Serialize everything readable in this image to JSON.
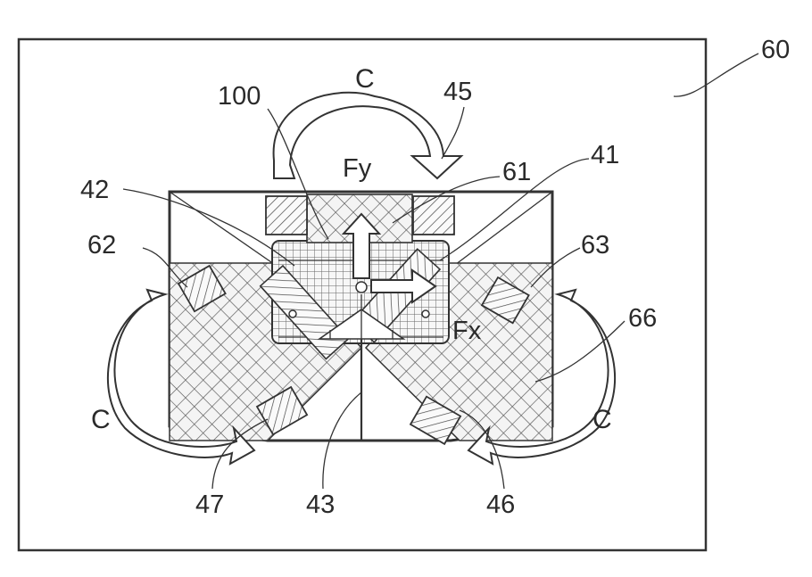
{
  "labels": {
    "frame": "60",
    "top_rotation": "C",
    "left_rotation": "C",
    "right_rotation": "C",
    "force_y": "Fy",
    "force_x": "Fx",
    "ref_100": "100",
    "ref_45": "45",
    "ref_61": "61",
    "ref_41": "41",
    "ref_42": "42",
    "ref_62": "62",
    "ref_63": "63",
    "ref_66": "66",
    "ref_47": "47",
    "ref_43": "43",
    "ref_46": "46"
  },
  "colors": {
    "line": "#333333",
    "fill_hatch": "#f2f2f2",
    "hatch_stroke": "#444444"
  }
}
